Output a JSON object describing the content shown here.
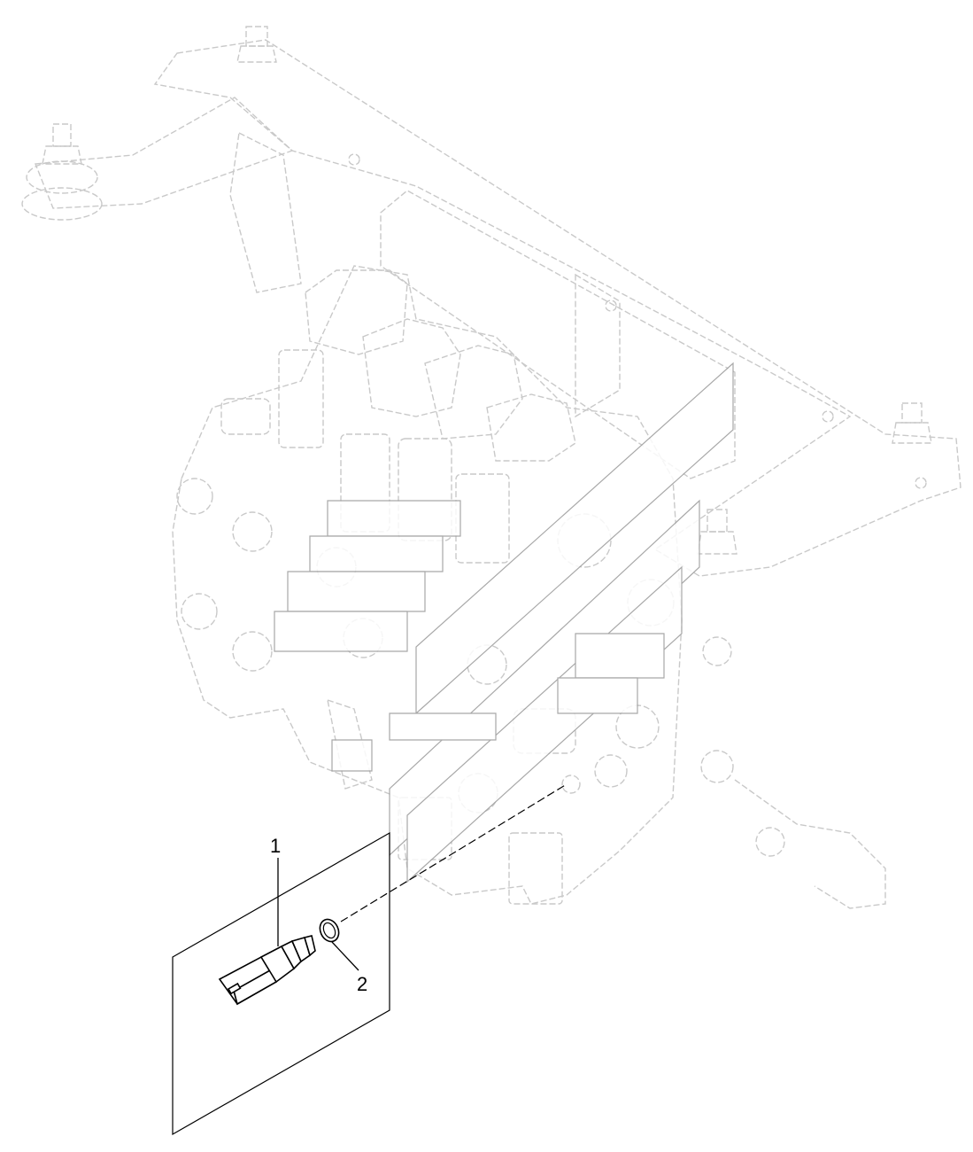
{
  "callouts": [
    {
      "number": "1",
      "part": "pressure-switch"
    },
    {
      "number": "2",
      "part": "o-ring"
    }
  ],
  "colors": {
    "part_lines": "#000000",
    "ghost_lines": "#c9c9c9",
    "background": "#ffffff"
  }
}
